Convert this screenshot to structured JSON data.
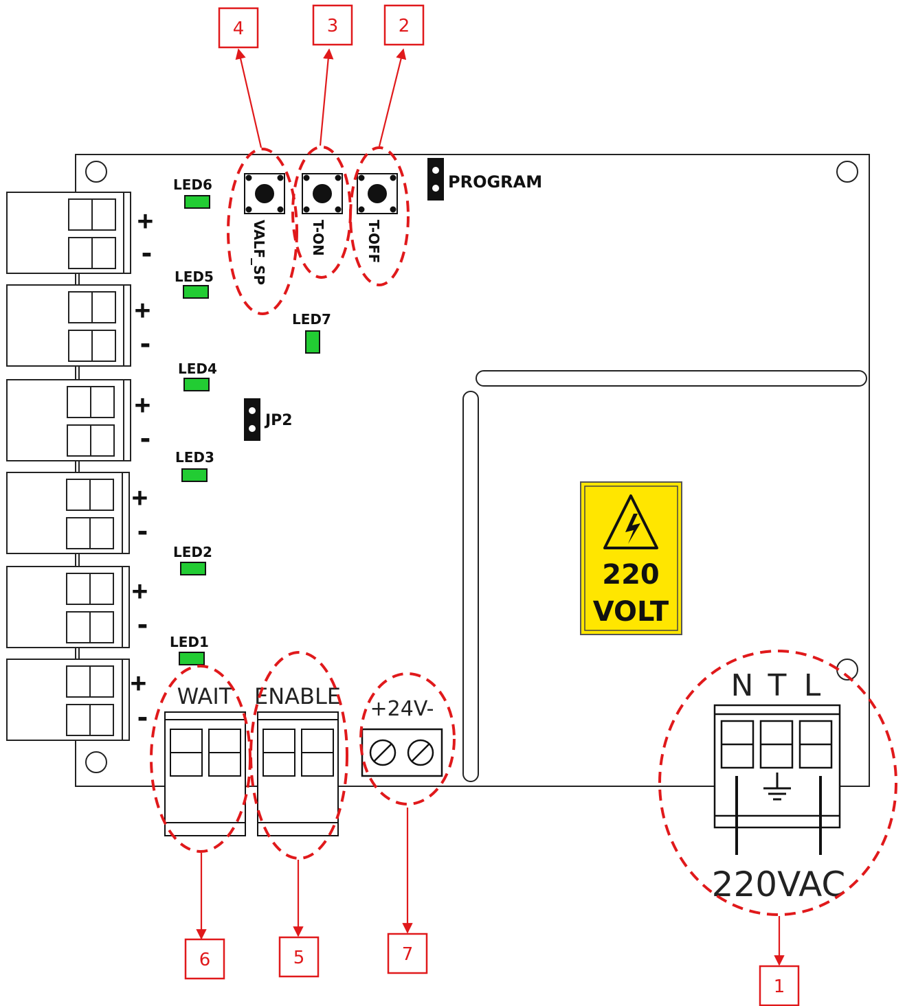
{
  "leds": {
    "led6": "LED6",
    "led5": "LED5",
    "led4": "LED4",
    "led3": "LED3",
    "led2": "LED2",
    "led1": "LED1",
    "led7": "LED7"
  },
  "buttons": {
    "valf_sp": "VALF_SP",
    "t_on": "T-ON",
    "t_off": "T-OFF"
  },
  "jumpers": {
    "program": "PROGRAM",
    "jp2": "JP2"
  },
  "terminals": {
    "plus": "+",
    "minus": "-",
    "wait": "WAIT",
    "enable": "ENABLE",
    "v24": "+24V-",
    "n": "N",
    "t": "T",
    "l": "L",
    "vac": "220VAC"
  },
  "warning": {
    "line1": "220",
    "line2": "VOLT"
  },
  "callouts": {
    "c1": "1",
    "c2": "2",
    "c3": "3",
    "c4": "4",
    "c5": "5",
    "c6": "6",
    "c7": "7"
  },
  "colors": {
    "led": "#22cc33",
    "callout": "#e0191b",
    "warning": "#ffe600"
  }
}
